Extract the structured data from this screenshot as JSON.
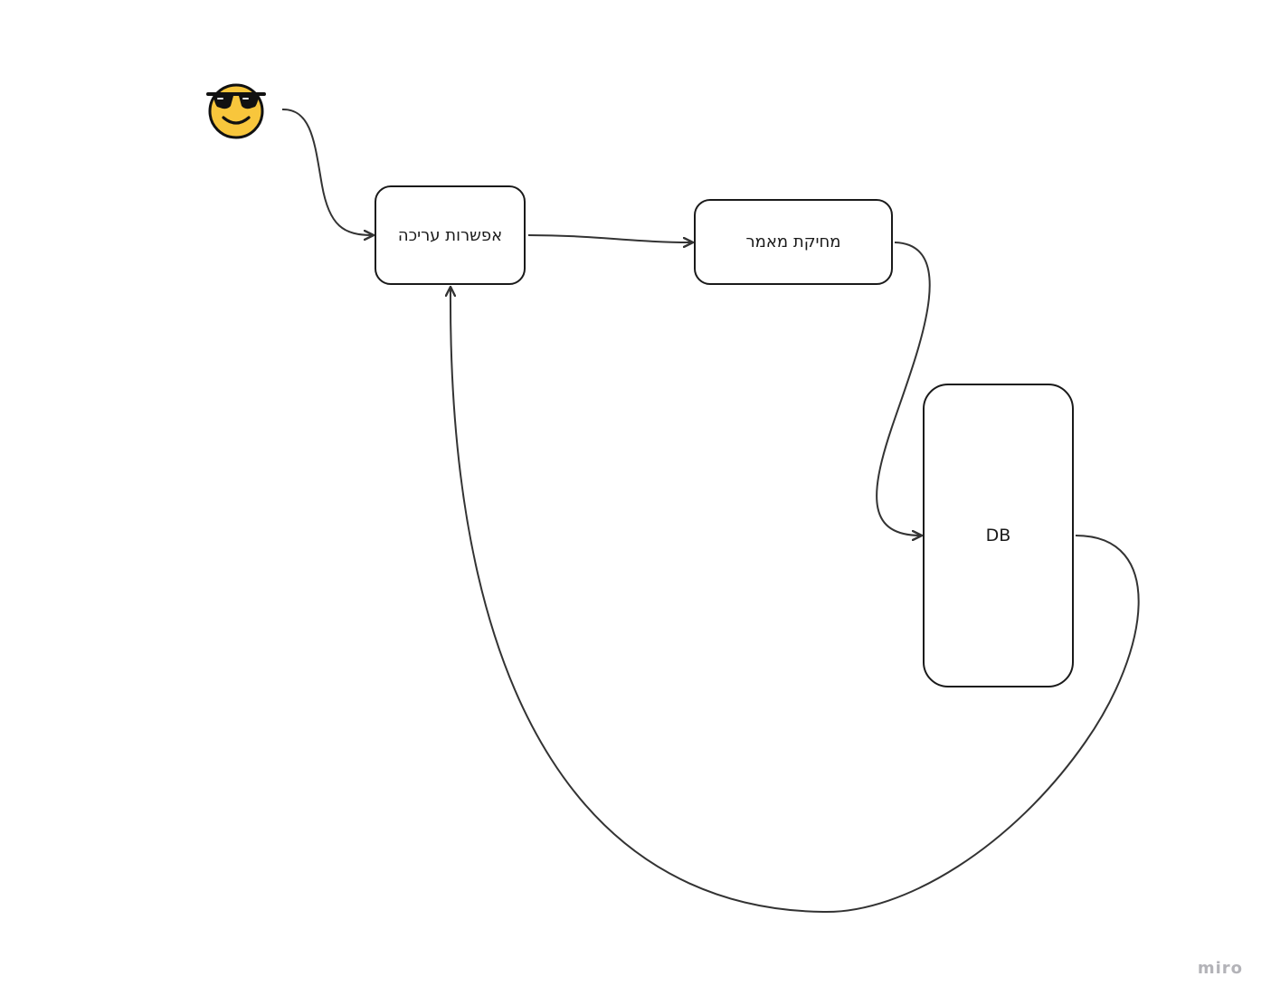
{
  "diagram": {
    "nodes": {
      "edit": {
        "label": "אפשרות עריכה"
      },
      "delete": {
        "label": "מחיקת מאמר"
      },
      "db": {
        "label": "DB"
      }
    },
    "user": {
      "icon": "sunglasses-smiley-icon"
    },
    "edges": [
      {
        "from": "user",
        "to": "edit"
      },
      {
        "from": "edit",
        "to": "delete"
      },
      {
        "from": "delete",
        "to": "db"
      },
      {
        "from": "db",
        "to": "edit"
      }
    ]
  },
  "watermark": {
    "text": "miro"
  },
  "colors": {
    "stroke": "#1a1a1a",
    "connector": "#333333",
    "emoji_face": "#f8c63c",
    "watermark": "#b3b3b8"
  }
}
